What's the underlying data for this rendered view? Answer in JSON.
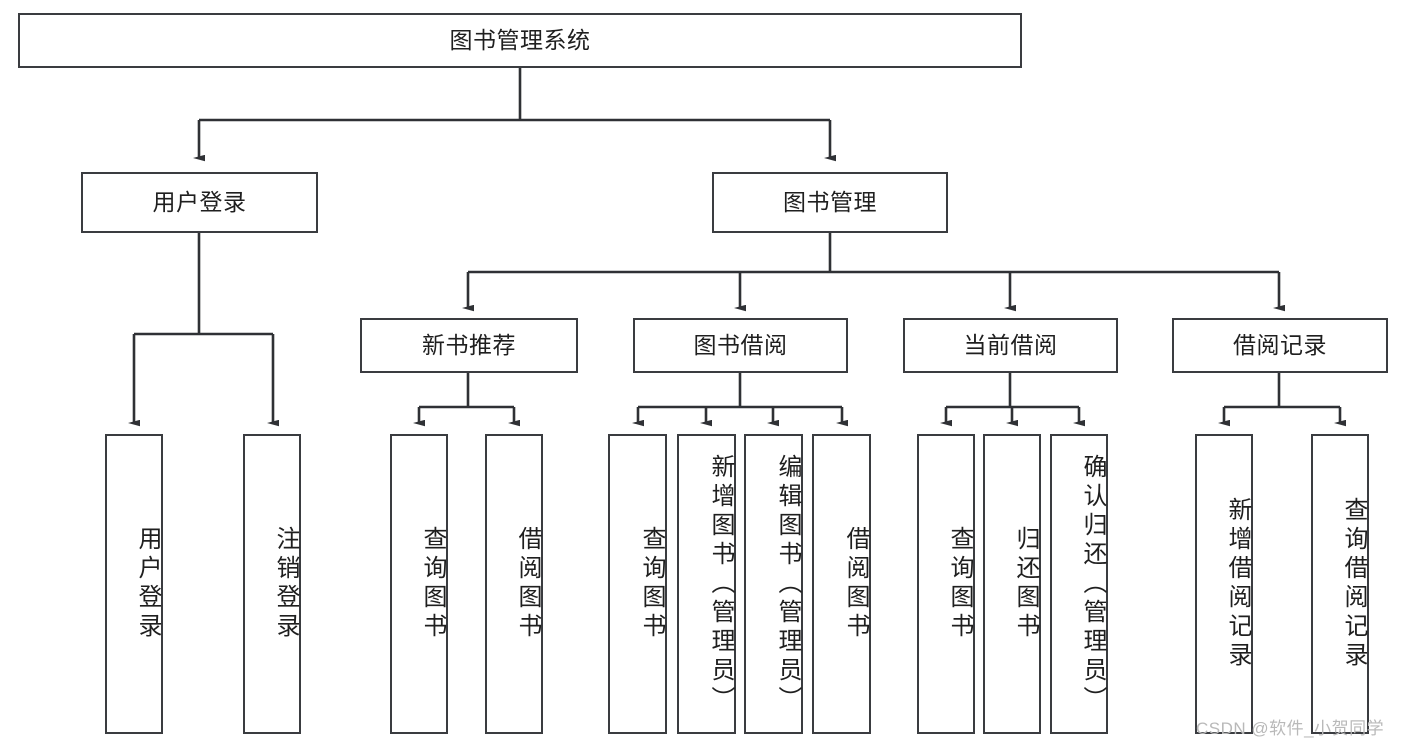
{
  "diagram": {
    "title": "图书管理系统",
    "type": "tree-structure-chart",
    "root": {
      "label": "图书管理系统"
    },
    "level1": [
      {
        "label": "用户登录"
      },
      {
        "label": "图书管理"
      }
    ],
    "level2": [
      {
        "label": "新书推荐"
      },
      {
        "label": "图书借阅"
      },
      {
        "label": "当前借阅"
      },
      {
        "label": "借阅记录"
      }
    ],
    "leaves": {
      "user_login": [
        {
          "label": "用户登录"
        },
        {
          "label": "注销登录"
        }
      ],
      "new_book_recommend": [
        {
          "label": "查询图书"
        },
        {
          "label": "借阅图书"
        }
      ],
      "book_borrow": [
        {
          "label": "查询图书"
        },
        {
          "label": "新增图书（管理员）"
        },
        {
          "label": "编辑图书（管理员）"
        },
        {
          "label": "借阅图书"
        }
      ],
      "current_borrow": [
        {
          "label": "查询图书"
        },
        {
          "label": "归还图书"
        },
        {
          "label": "确认归还（管理员）"
        }
      ],
      "borrow_record": [
        {
          "label": "新增借阅记录"
        },
        {
          "label": "查询借阅记录"
        }
      ]
    }
  },
  "watermark": {
    "text": "CSDN @软件_小贺同学"
  },
  "colors": {
    "background": "#ffffff",
    "box_border": "#3a3c40",
    "connector": "#2f3135",
    "text": "#1f1f1f",
    "watermark": "#b9b9b9"
  }
}
